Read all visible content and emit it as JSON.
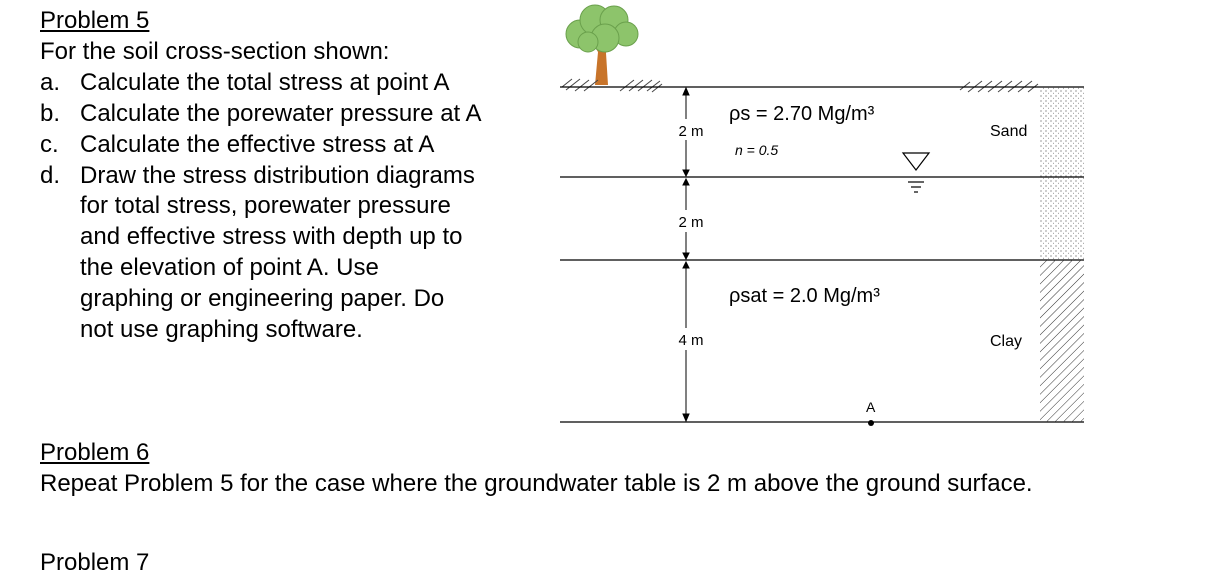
{
  "problem5": {
    "title": "Problem 5",
    "intro": "For the soil cross-section shown:",
    "items": [
      {
        "label": "a.",
        "text": "Calculate the total stress at point A"
      },
      {
        "label": "b.",
        "text": "Calculate the porewater pressure at A"
      },
      {
        "label": "c.",
        "text": "Calculate the effective stress at A"
      },
      {
        "label": "d.",
        "text_lines": [
          "Draw the stress distribution diagrams",
          "for total stress, porewater pressure",
          "and effective stress with depth up to",
          "the elevation of point A.  Use",
          "graphing or engineering paper.  Do",
          "not use graphing software."
        ]
      }
    ]
  },
  "figure": {
    "dims": [
      "2 m",
      "2 m",
      "4 m"
    ],
    "rho_s": "ρs = 2.70 Mg/m³",
    "porosity": "n = 0.5",
    "rho_sat": "ρsat = 2.0 Mg/m³",
    "sand_label": "Sand",
    "clay_label": "Clay",
    "point_label": "A"
  },
  "problem6": {
    "title": "Problem 6",
    "text": "Repeat Problem 5 for the case where the groundwater table is 2 m above the ground surface."
  },
  "problem7": {
    "title": "Problem 7"
  },
  "colors": {
    "tree_canopy": "#8dc46b",
    "tree_trunk": "#c8742a"
  }
}
